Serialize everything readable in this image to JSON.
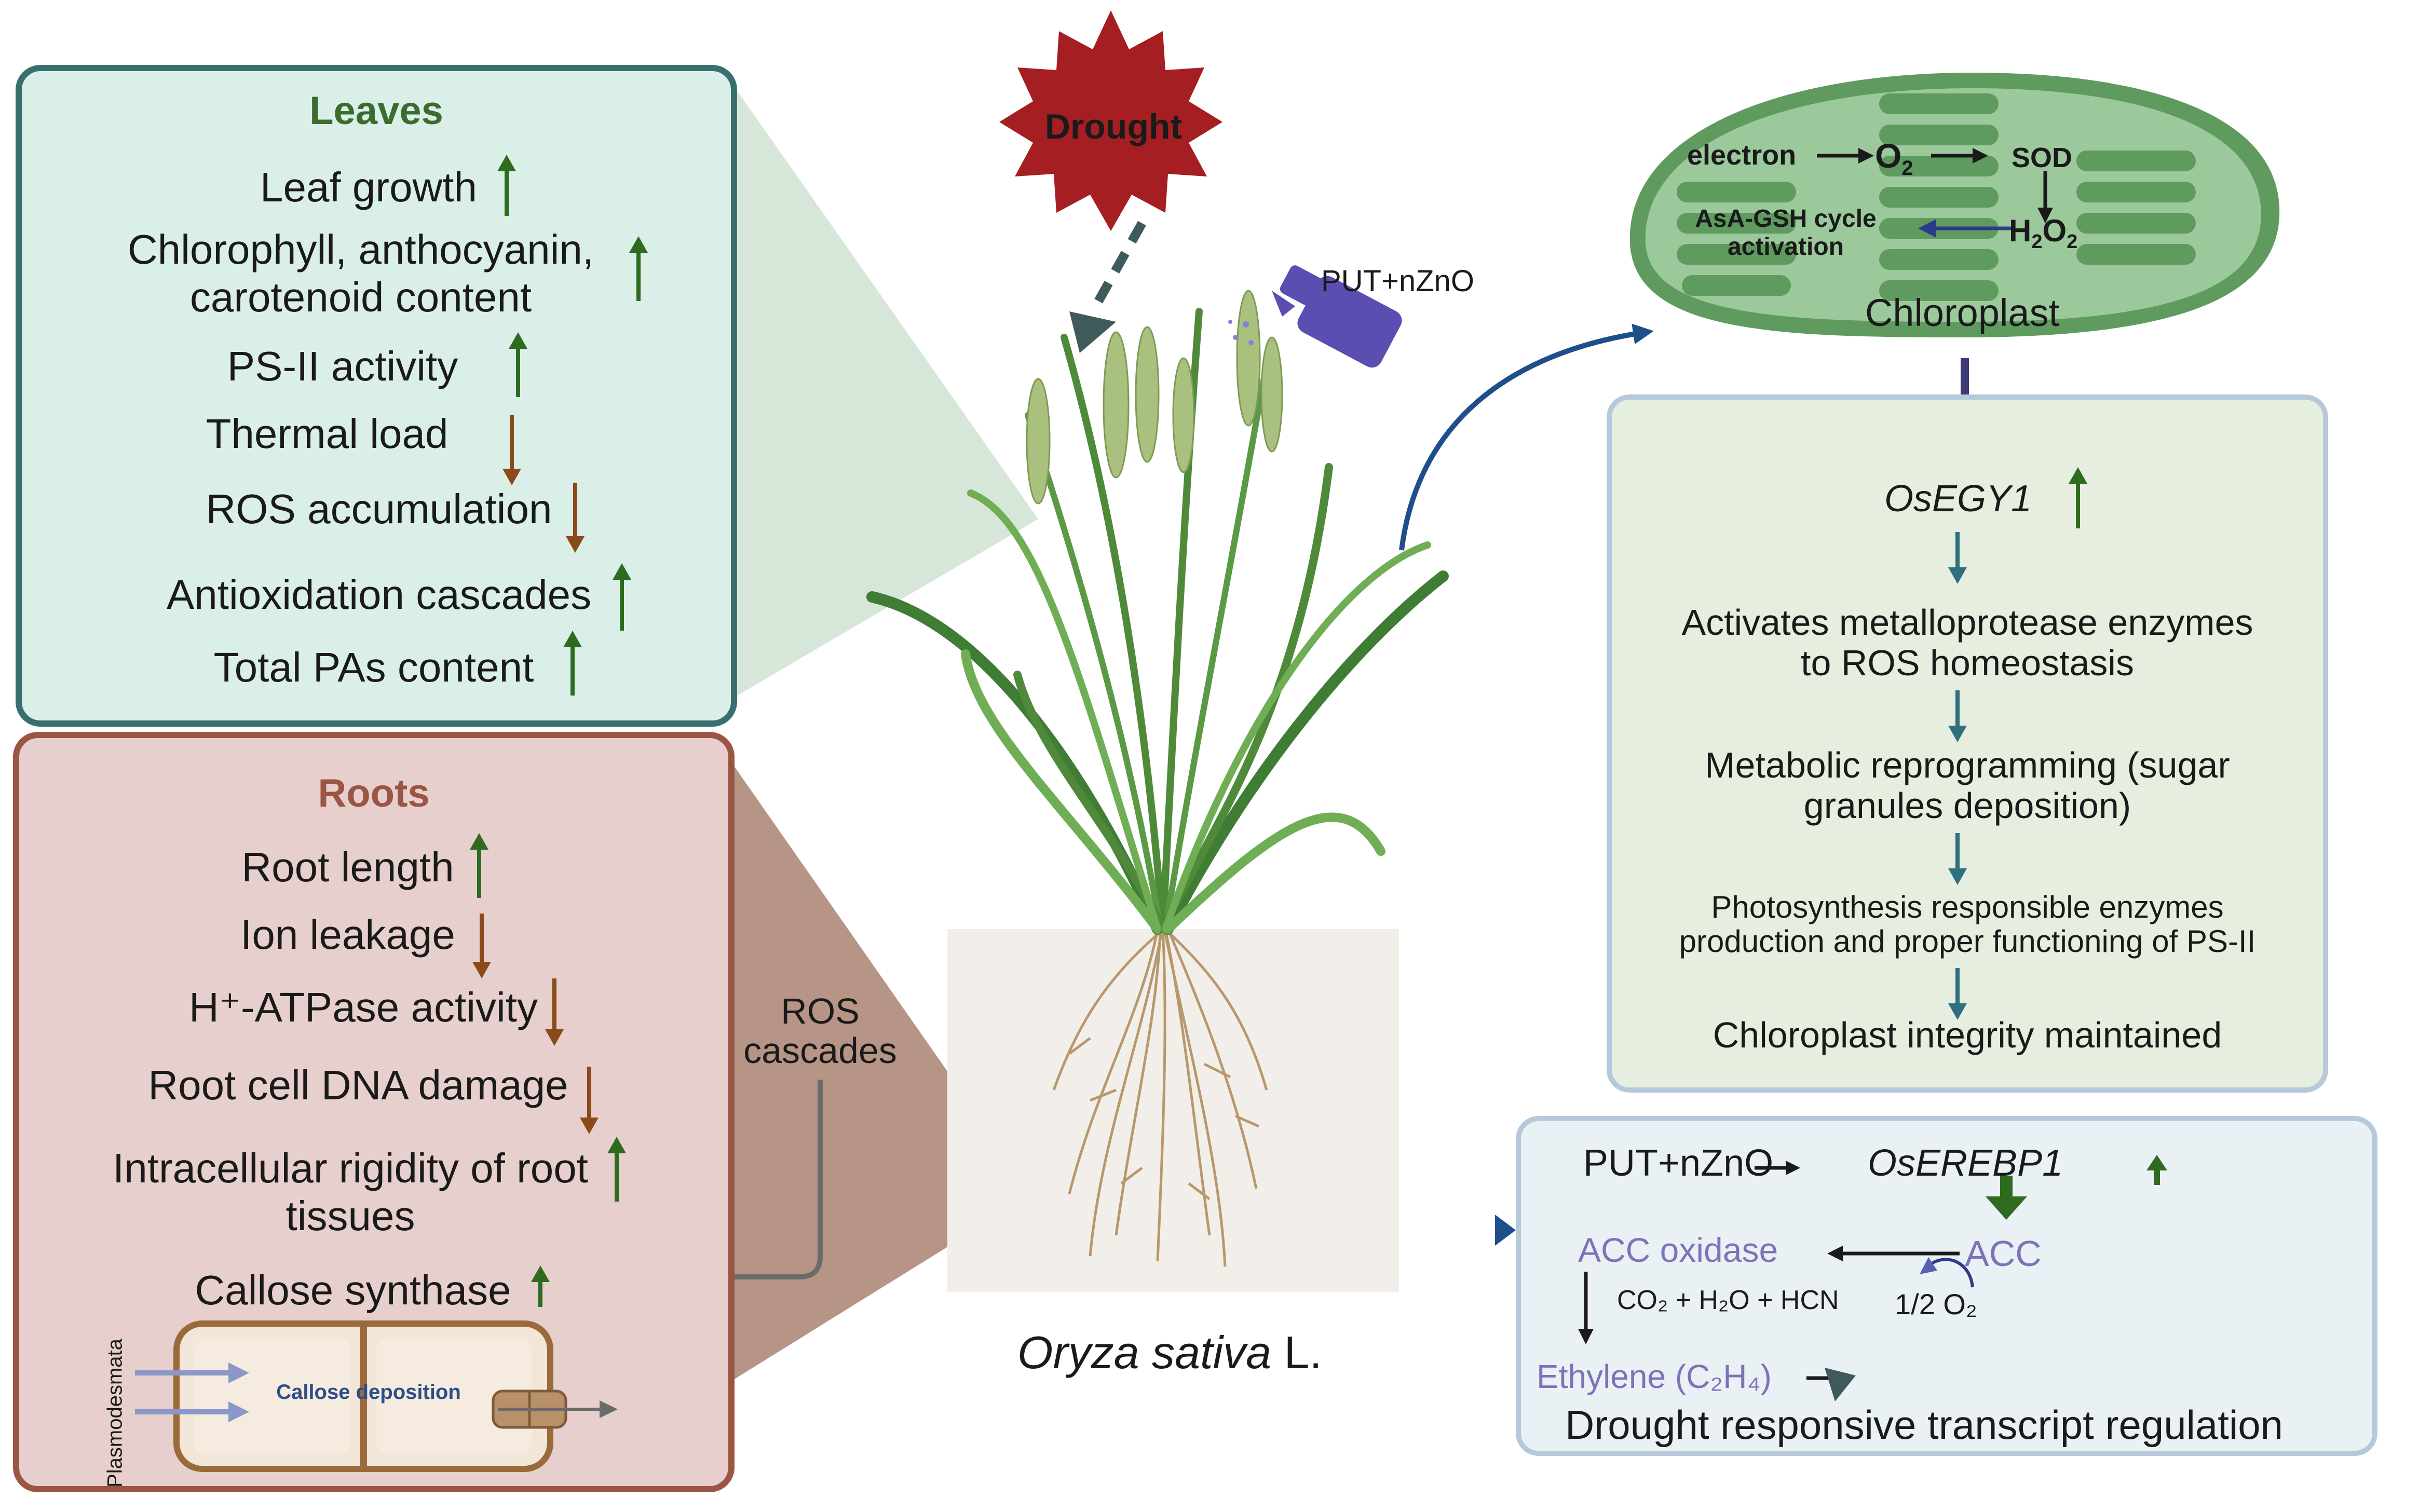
{
  "stress": {
    "label": "Drought"
  },
  "treatment": {
    "spray_label": "PUT+nZnO"
  },
  "plant": {
    "species": "Oryza sativa",
    "authority": "L."
  },
  "leaves": {
    "title": "Leaves",
    "items": [
      {
        "text": "Leaf growth",
        "dir": "up"
      },
      {
        "text": "Chlorophyll, anthocyanin,",
        "text2": "carotenoid content",
        "dir": "up"
      },
      {
        "text": "PS-II activity",
        "dir": "up"
      },
      {
        "text": "Thermal load",
        "dir": "down"
      },
      {
        "text": "ROS accumulation",
        "dir": "down"
      },
      {
        "text": "Antioxidation cascades",
        "dir": "up"
      },
      {
        "text": "Total PAs content",
        "dir": "up"
      }
    ]
  },
  "roots": {
    "title": "Roots",
    "items": [
      {
        "text": "Root length",
        "dir": "up"
      },
      {
        "text": "Ion leakage",
        "dir": "down"
      },
      {
        "text": "H⁺-ATPase activity",
        "dir": "down"
      },
      {
        "text": "Root cell DNA damage",
        "dir": "down"
      },
      {
        "text": "Intracellular rigidity of root",
        "text2": "tissues",
        "dir": "up"
      },
      {
        "text": "Callose synthase",
        "dir": "up"
      }
    ],
    "ros_label_1": "ROS",
    "ros_label_2": "cascades",
    "plasmodesmata_label": "Plasmodesmata",
    "callose_label": "Callose deposition"
  },
  "chloroplast": {
    "label": "Chloroplast",
    "electron": "electron",
    "o2": "O",
    "o2_sub": "2",
    "sod": "SOD",
    "h2o2_a": "H",
    "h2o2_sub1": "2",
    "h2o2_b": "O",
    "h2o2_sub2": "2",
    "asa_line1": "AsA-GSH cycle",
    "asa_line2": "activation"
  },
  "gene_pathway": {
    "gene": "OsEGY1",
    "gene_dir": "up",
    "steps": [
      {
        "line1": "Activates metalloprotease enzymes",
        "line2": "to ROS homeostasis"
      },
      {
        "line1": "Metabolic reprogramming (sugar",
        "line2": "granules deposition)"
      },
      {
        "line1": "Photosynthesis responsible enzymes",
        "line2": "production and proper functioning of PS-II"
      },
      {
        "line1": "Chloroplast integrity maintained",
        "line2": ""
      }
    ]
  },
  "ethylene_pathway": {
    "treatment": "PUT+nZnO",
    "gene": "OsEREBP1",
    "acc_oxidase": "ACC oxidase",
    "acc": "ACC",
    "products": "CO₂ + H₂O + HCN",
    "oxygen": "1/2 O₂",
    "ethylene": "Ethylene (C₂H₄)",
    "regulation": "Drought responsive transcript regulation"
  },
  "colors": {
    "up_arrow": "#2e6b1f",
    "down_arrow": "#8b4a1a",
    "leaves_border": "#3a6f70",
    "roots_border": "#9a5543",
    "drought": "#a51e22",
    "chloroplast": "#7fb27f",
    "pathway_arrow": "#2f6f7f",
    "flow_arrow": "#1f4f8a",
    "purple_text": "#7d73b6"
  }
}
